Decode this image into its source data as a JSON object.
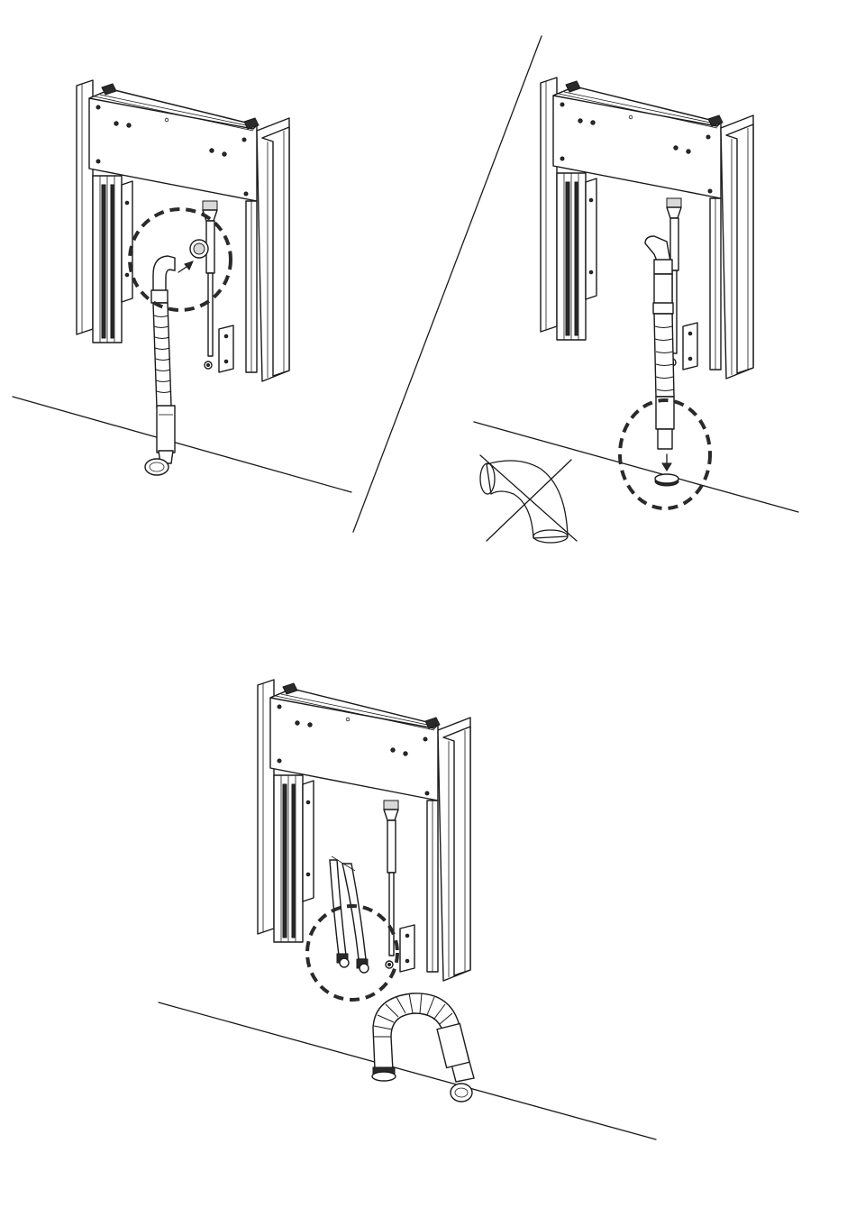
{
  "figure": {
    "panels": [
      {
        "id": "step-1",
        "description_icons": [
          "dashed-highlight-circle",
          "arrow-icon"
        ]
      },
      {
        "id": "step-2",
        "description_icons": [
          "dashed-highlight-circle",
          "arrow-icon",
          "crossed-out-elbow-icon"
        ]
      },
      {
        "id": "step-3",
        "description_icons": [
          "dashed-highlight-circle"
        ]
      }
    ],
    "colors": {
      "line": "#1a1a1a",
      "shade": "#d9d9d9",
      "background": "#ffffff"
    }
  }
}
